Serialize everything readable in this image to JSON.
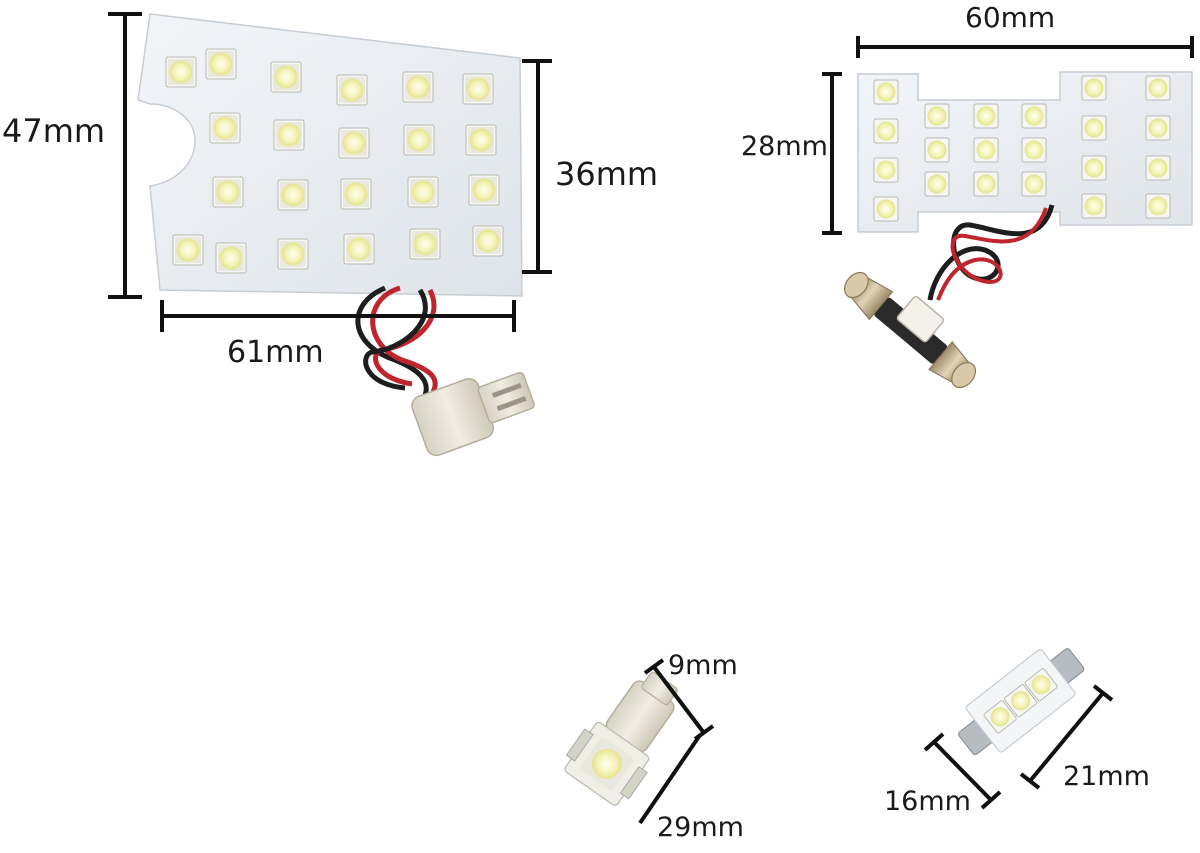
{
  "products": {
    "large_panel": {
      "height_label": "47mm",
      "inner_height_label": "36mm",
      "width_label": "61mm"
    },
    "wide_panel": {
      "width_label": "60mm",
      "height_label": "28mm"
    },
    "t10_bulb": {
      "diameter_label": "9mm",
      "length_label": "29mm"
    },
    "festoon_bulb": {
      "width_label": "16mm",
      "length_label": "21mm"
    }
  },
  "colors": {
    "background": "#ffffff",
    "pcb": "#e9edf1",
    "led_body": "#f4f4ee",
    "led_glow": "#ecec9a",
    "dimension_line": "#111111",
    "wire_red": "#c0242c",
    "wire_black": "#1d1d1d",
    "socket": "#e4dfd2",
    "metal": "#c9b895"
  }
}
